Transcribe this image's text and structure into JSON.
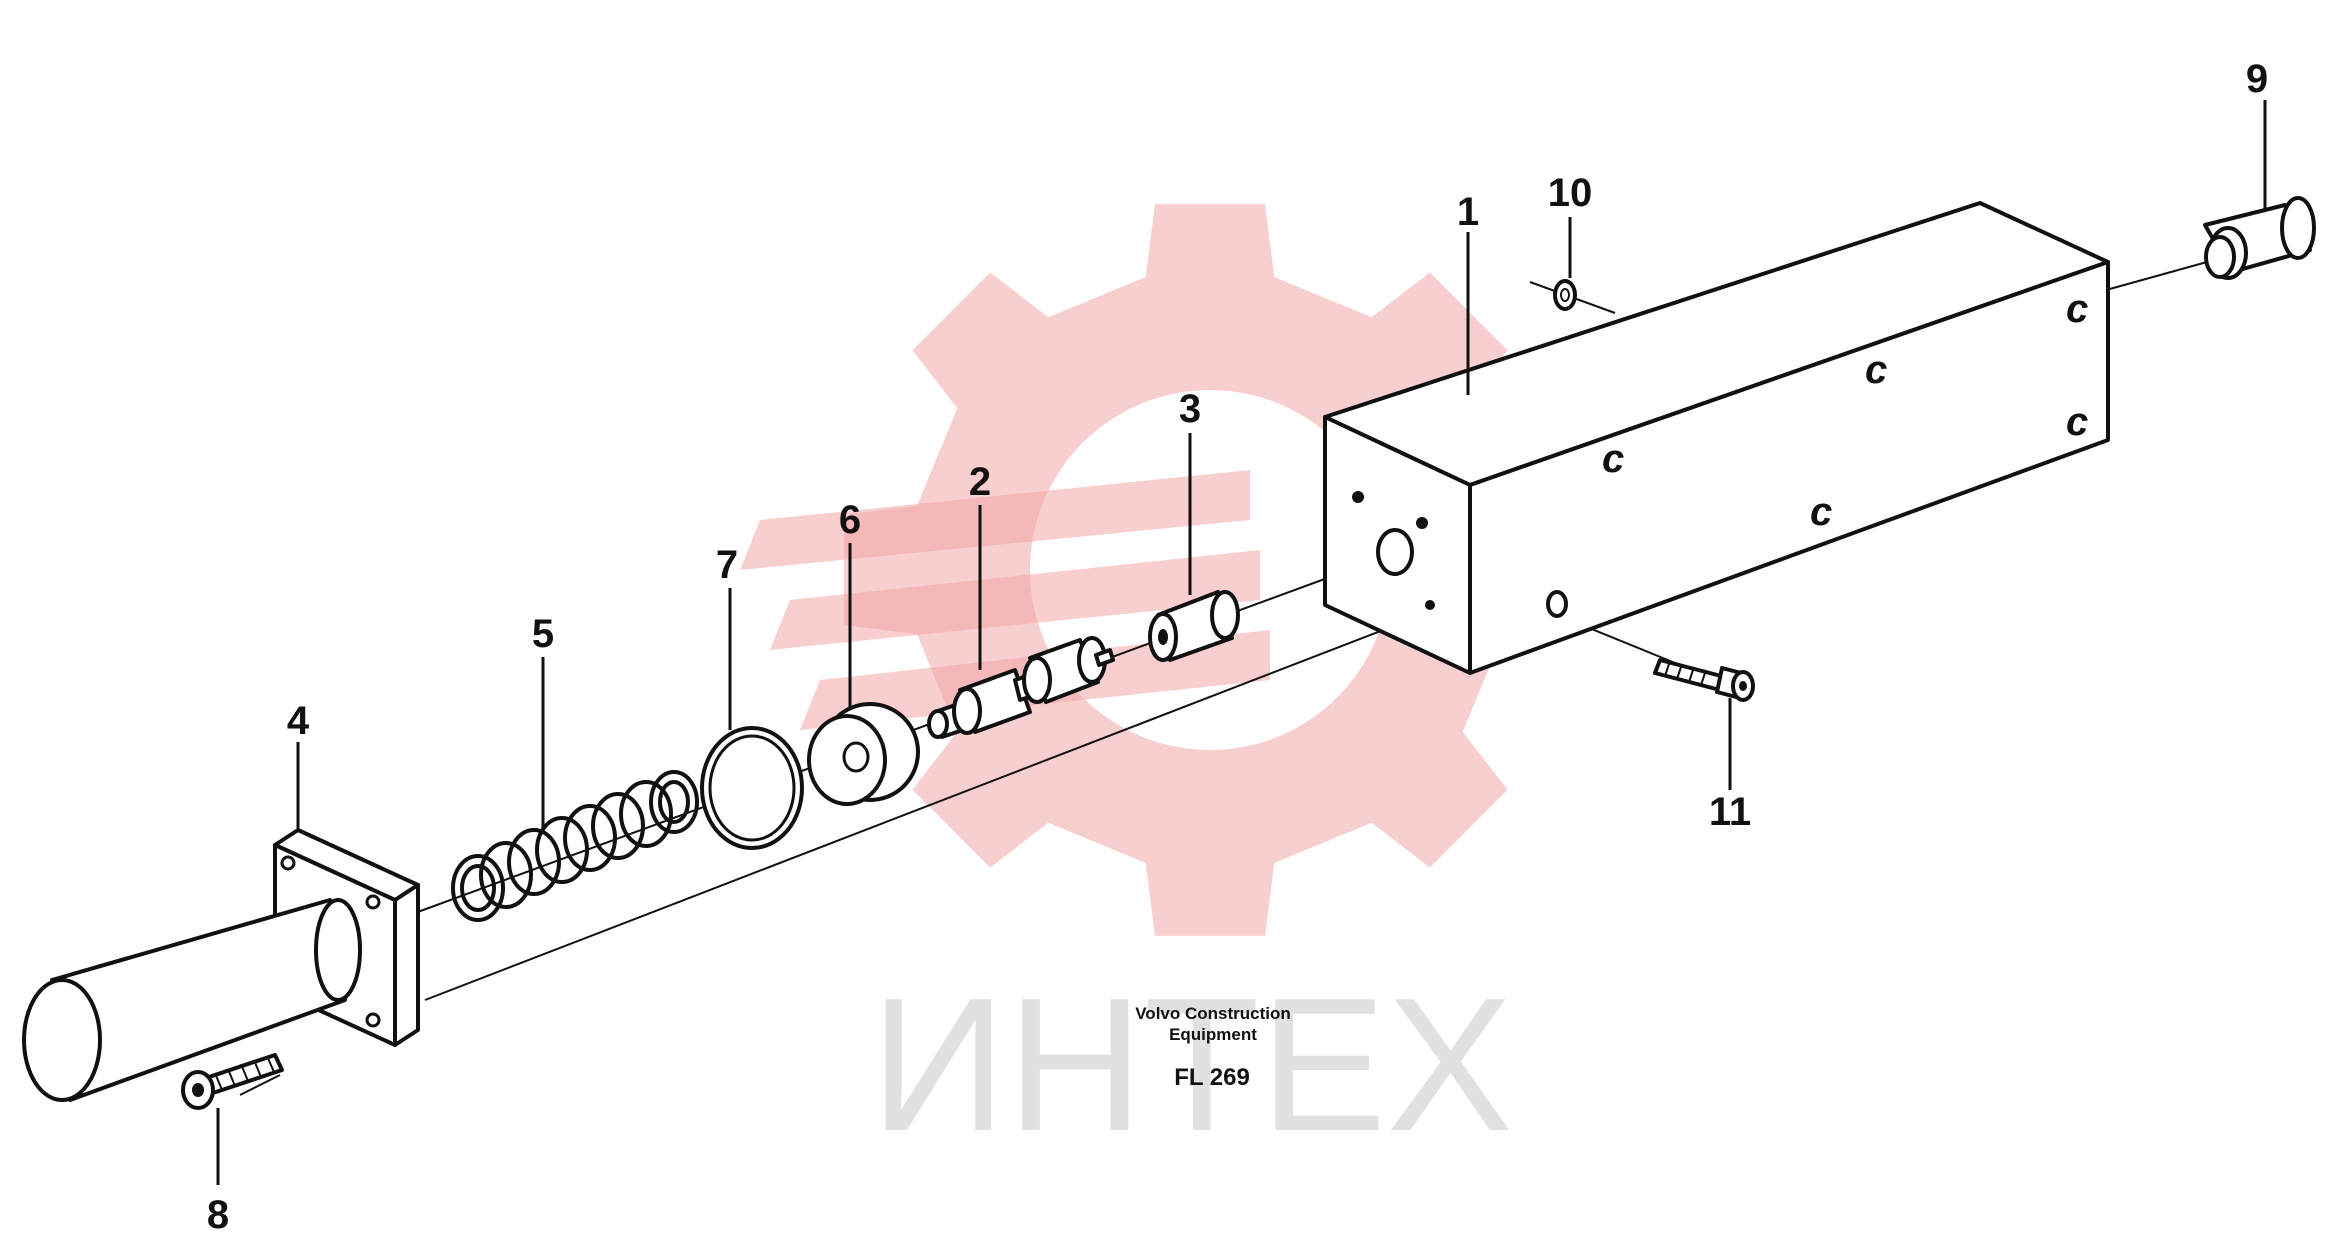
{
  "watermark": {
    "text": "ИНТЕХ",
    "gear_color": "#f3a7a7",
    "text_color": "#e1e1e1"
  },
  "caption": {
    "line1": "Volvo Construction",
    "line2": "Equipment",
    "code": "FL 269"
  },
  "callouts": [
    {
      "id": "1",
      "label": "1"
    },
    {
      "id": "2",
      "label": "2"
    },
    {
      "id": "3",
      "label": "3"
    },
    {
      "id": "4",
      "label": "4"
    },
    {
      "id": "5",
      "label": "5"
    },
    {
      "id": "6",
      "label": "6"
    },
    {
      "id": "7",
      "label": "7"
    },
    {
      "id": "8",
      "label": "8"
    },
    {
      "id": "9",
      "label": "9"
    },
    {
      "id": "10",
      "label": "10"
    },
    {
      "id": "11",
      "label": "11"
    }
  ],
  "parts": [
    {
      "label": "1",
      "name": "valve-housing"
    },
    {
      "label": "2",
      "name": "valve-spool"
    },
    {
      "label": "3",
      "name": "bushing"
    },
    {
      "label": "4",
      "name": "flanged-cover"
    },
    {
      "label": "5",
      "name": "spring"
    },
    {
      "label": "6",
      "name": "washer"
    },
    {
      "label": "7",
      "name": "o-ring"
    },
    {
      "label": "8",
      "name": "screw"
    },
    {
      "label": "9",
      "name": "plug"
    },
    {
      "label": "10",
      "name": "small-o-ring"
    },
    {
      "label": "11",
      "name": "screw"
    }
  ]
}
